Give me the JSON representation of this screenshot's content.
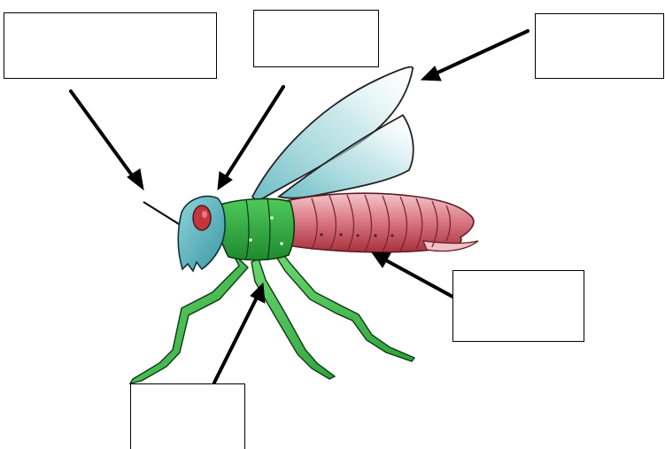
{
  "diagram": {
    "labels": [
      {
        "id": "box-a",
        "text": ""
      },
      {
        "id": "box-b",
        "text": ""
      },
      {
        "id": "box-c",
        "text": ""
      },
      {
        "id": "box-d",
        "text": ""
      },
      {
        "id": "box-e",
        "text": ""
      }
    ],
    "colors": {
      "head": "#5fb6c1",
      "eye": "#c0393f",
      "thorax": "#35b445",
      "abdomen": "#d06673",
      "wing": "#b9e0e4",
      "arrow": "#000000"
    }
  }
}
